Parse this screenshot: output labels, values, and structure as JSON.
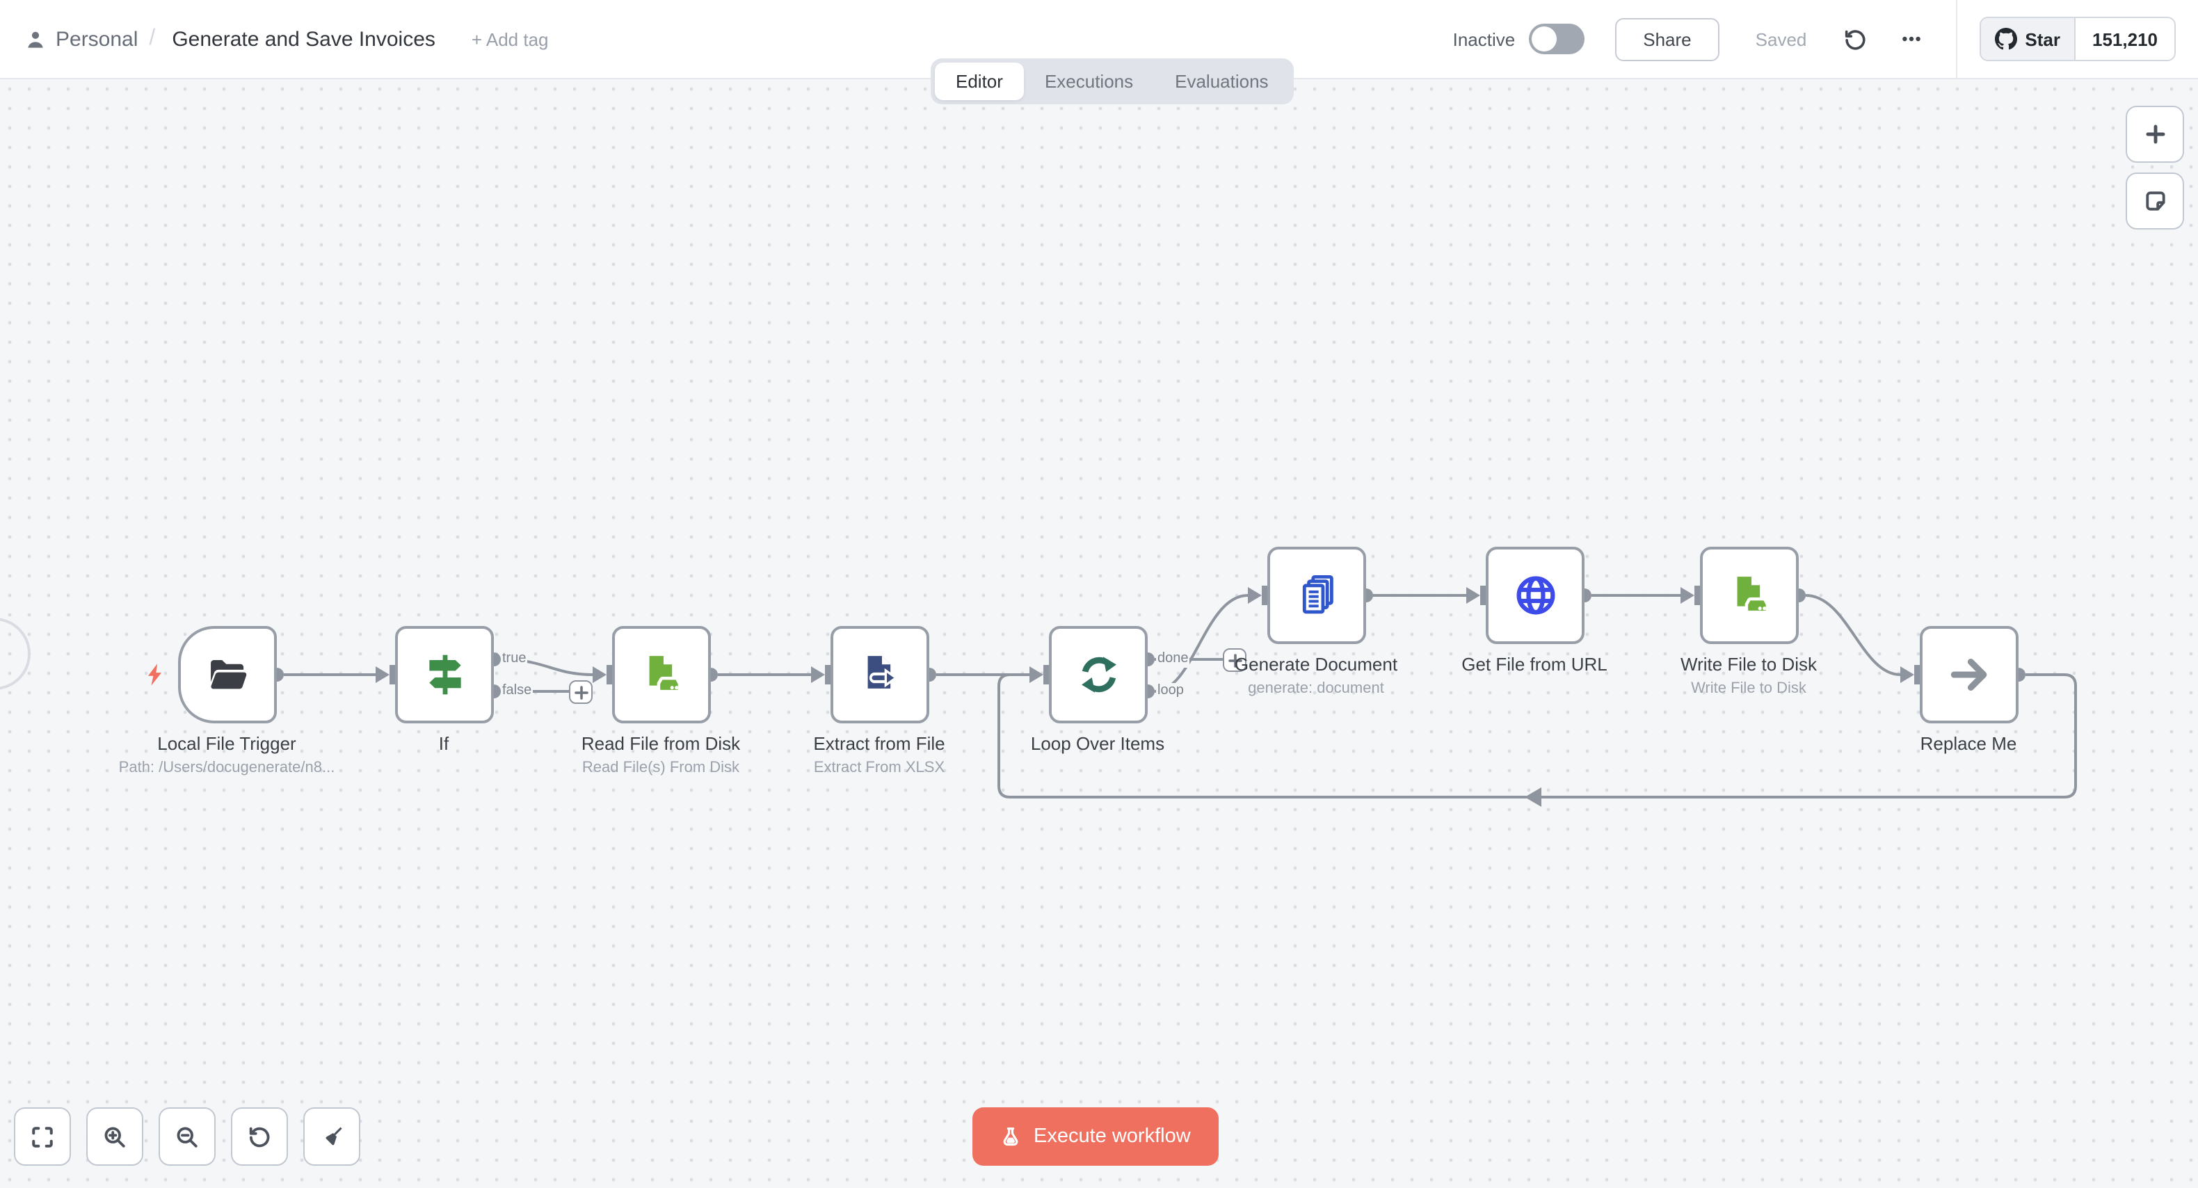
{
  "header": {
    "breadcrumb": {
      "project": "Personal",
      "separator": "/",
      "title": "Generate and Save Invoices",
      "add_tag": "+ Add tag"
    },
    "inactive_label": "Inactive",
    "share_label": "Share",
    "saved_label": "Saved",
    "github": {
      "star_label": "Star",
      "star_count": "151,210"
    }
  },
  "tabs": [
    {
      "label": "Editor",
      "active": true
    },
    {
      "label": "Executions",
      "active": false
    },
    {
      "label": "Evaluations",
      "active": false
    }
  ],
  "canvas": {
    "nodes": [
      {
        "label": "Local File Trigger",
        "sublabel": "Path: /Users/docugenerate/n8...",
        "icon": "folder-open-icon",
        "type": "trigger"
      },
      {
        "label": "If",
        "sublabel": "",
        "icon": "signpost-icon",
        "outputs": [
          "true",
          "false"
        ]
      },
      {
        "label": "Read File from Disk",
        "sublabel": "Read File(s) From Disk",
        "icon": "file-disk-icon"
      },
      {
        "label": "Extract from File",
        "sublabel": "Extract From XLSX",
        "icon": "file-export-icon"
      },
      {
        "label": "Loop Over Items",
        "sublabel": "",
        "icon": "sync-icon",
        "outputs": [
          "done",
          "loop"
        ]
      },
      {
        "label": "Generate Document",
        "sublabel": "generate: document",
        "icon": "documents-icon"
      },
      {
        "label": "Get File from URL",
        "sublabel": "",
        "icon": "globe-icon"
      },
      {
        "label": "Write File to Disk",
        "sublabel": "Write File to Disk",
        "icon": "file-disk-icon"
      },
      {
        "label": "Replace Me",
        "sublabel": "",
        "icon": "arrow-right-icon"
      }
    ],
    "port_labels": {
      "if_true": "true",
      "if_false": "false",
      "loop_done": "done",
      "loop_loop": "loop"
    }
  },
  "footer": {
    "execute_label": "Execute workflow"
  },
  "colors": {
    "primary": "#f0705f",
    "node_border": "#979ea7",
    "edge": "#8f959e",
    "green_file": "#6fb13c",
    "green_if": "#3e8e49",
    "teal_loop": "#2e6f5e",
    "navy_extract": "#3c4e80",
    "blue_docs": "#3056cb",
    "blue_globe": "#3d4be8",
    "canvas_bg": "#f5f6f8"
  }
}
